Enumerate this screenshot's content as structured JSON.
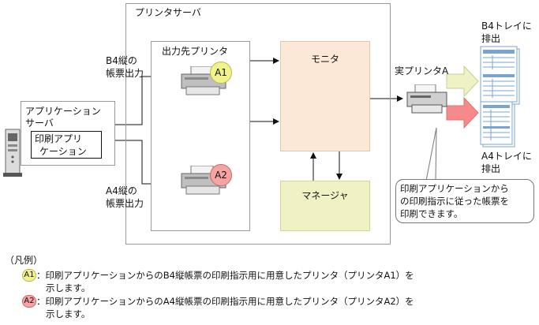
{
  "printer_server": {
    "label": "プリンタサーバ"
  },
  "output_printers_group": {
    "label": "出力先プリンタ"
  },
  "printer_a1": {
    "badge": "A1"
  },
  "printer_a2": {
    "badge": "A2"
  },
  "monitor": {
    "label": "モニタ"
  },
  "manager": {
    "label": "マネージャ"
  },
  "app_server": {
    "label_line1": "アプリケーション",
    "label_line2": "サーバ"
  },
  "print_app": {
    "line1": "印刷アプリ",
    "line2": "ケーション"
  },
  "flow_b4": {
    "line1": "B4縦の",
    "line2": "帳票出力"
  },
  "flow_a4": {
    "line1": "A4縦の",
    "line2": "帳票出力"
  },
  "real_printer": {
    "label": "実プリンタA"
  },
  "tray_b4": {
    "line1": "B4トレイに",
    "line2": "排出"
  },
  "tray_a4": {
    "line1": "A4トレイに",
    "line2": "排出"
  },
  "callout": {
    "line1": "印刷アプリケーションから",
    "line2": "の印刷指示に従った帳票を",
    "line3": "印刷できます。"
  },
  "legend": {
    "title": "（凡例）",
    "items": [
      {
        "badge": "A1",
        "line1": "：印刷アプリケーションからのB4縦帳票の印刷指示用に用意したプリンタ（プリンタA1）を",
        "line2": "示します。"
      },
      {
        "badge": "A2",
        "line1": "：印刷アプリケーションからのA4縦帳票の印刷指示用に用意したプリンタ（プリンタA2）を",
        "line2": "示します。"
      }
    ]
  },
  "colors": {
    "monitor_fill": "#fbe8d6",
    "manager_fill": "#f1f2c4",
    "badge_a1": "#f2f28c",
    "badge_a2": "#f7a3a3",
    "arrow_b4": "#eef2c4",
    "arrow_a4": "#f48a8a",
    "sheet_blue": "#7aa4d4"
  }
}
